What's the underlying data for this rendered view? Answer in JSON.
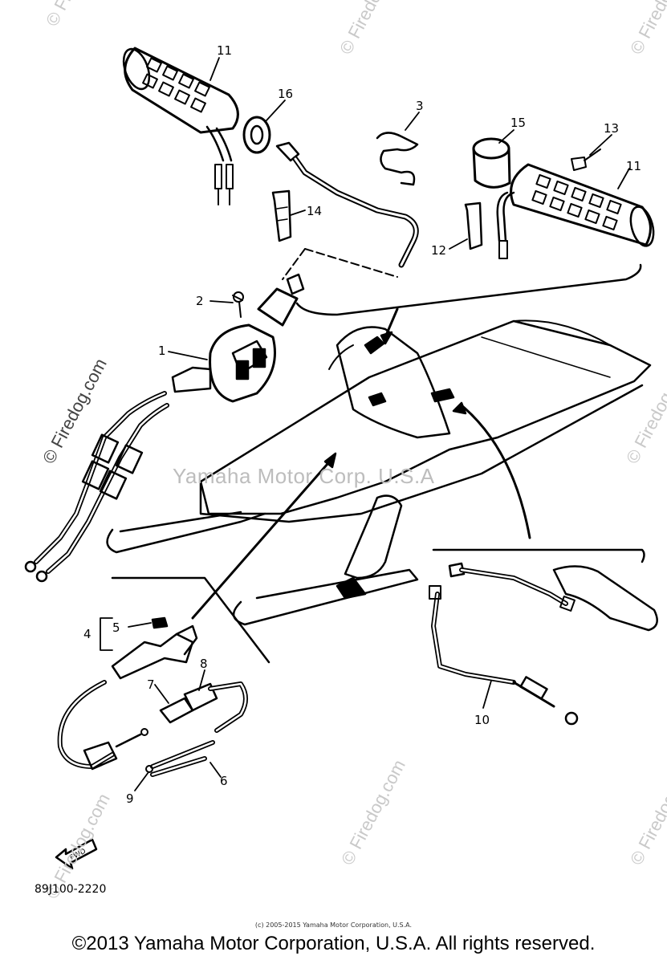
{
  "watermark": {
    "brand": "© Firedog.com",
    "main": "Yamaha Motor Corp. U.S.A"
  },
  "parts": [
    {
      "id": "1",
      "label": "1"
    },
    {
      "id": "2",
      "label": "2"
    },
    {
      "id": "3",
      "label": "3"
    },
    {
      "id": "4",
      "label": "4"
    },
    {
      "id": "5",
      "label": "5"
    },
    {
      "id": "6",
      "label": "6"
    },
    {
      "id": "7",
      "label": "7"
    },
    {
      "id": "8",
      "label": "8"
    },
    {
      "id": "9",
      "label": "9"
    },
    {
      "id": "10",
      "label": "10"
    },
    {
      "id": "11a",
      "label": "11"
    },
    {
      "id": "11b",
      "label": "11"
    },
    {
      "id": "12",
      "label": "12"
    },
    {
      "id": "13",
      "label": "13"
    },
    {
      "id": "14",
      "label": "14"
    },
    {
      "id": "15",
      "label": "15"
    },
    {
      "id": "16",
      "label": "16"
    }
  ],
  "fwd_label": "FWD",
  "diagram_code": "89J100-2220",
  "small_copyright": "(c) 2005-2015 Yamaha Motor Corporation, U.S.A.",
  "copyright": "©2013 Yamaha Motor Corporation, U.S.A. All rights reserved."
}
